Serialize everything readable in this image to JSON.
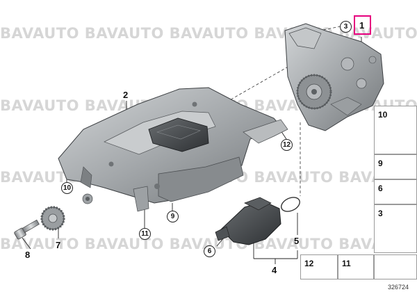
{
  "watermark": {
    "text": "BAVAUTO BAVAUTO BAVAUTO BAVAUTO BAVAUTO BAVAUTO"
  },
  "callouts": {
    "c1": "1",
    "c2": "2",
    "c3": "3",
    "c4": "4",
    "c5": "5",
    "c6": "6",
    "c7": "7",
    "c8": "8",
    "c9": "9",
    "c10": "10",
    "c11": "11",
    "c12": "12"
  },
  "side_panel": {
    "items": [
      {
        "label": "10"
      },
      {
        "label": "9"
      },
      {
        "label": "6"
      },
      {
        "label": "3"
      }
    ]
  },
  "bottom_panel": {
    "items": [
      {
        "label": "12"
      },
      {
        "label": "11"
      }
    ]
  },
  "reference_number": "326724",
  "colors": {
    "highlight": "#e6007e",
    "metal": "#a9adb0",
    "metal_dark": "#6b6f72",
    "cover": "#4a4e52"
  }
}
